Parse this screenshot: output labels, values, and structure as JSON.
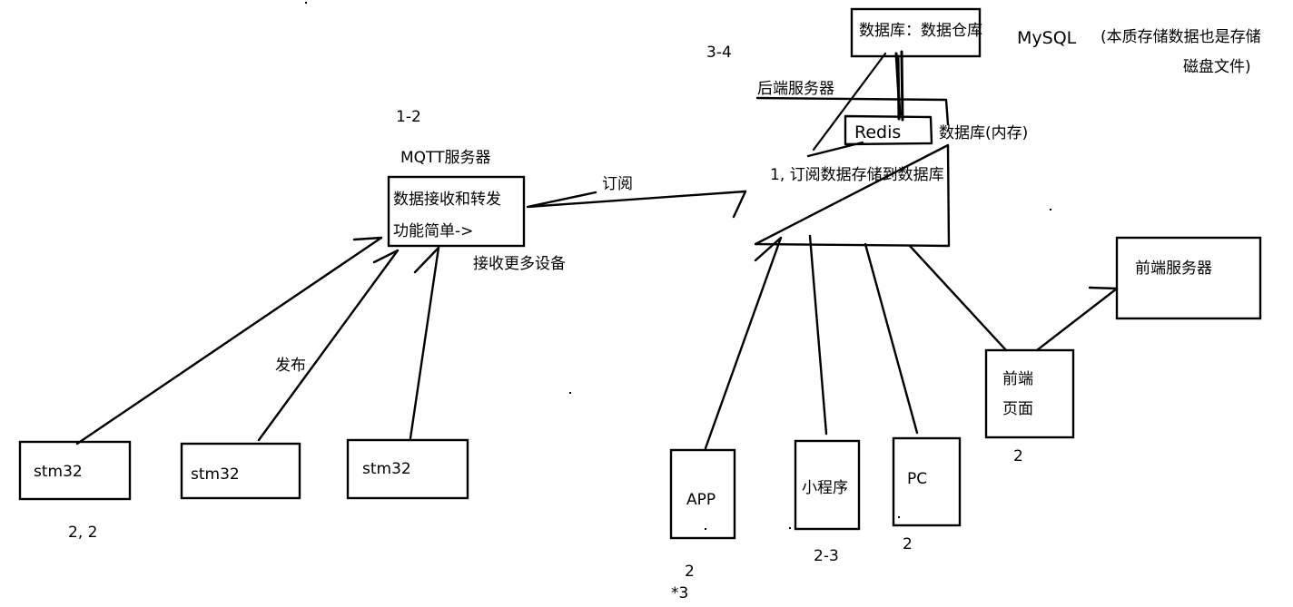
{
  "nodes": {
    "db_warehouse": "数据库：数据仓库",
    "mysql": "MySQL",
    "mysql_note_line1": "(本质存储数据也是存储",
    "mysql_note_line2": "磁盘文件)",
    "backend_title": "后端服务器",
    "redis": "Redis",
    "redis_note": "数据库(内存)",
    "backend_task": "1, 订阅数据存储到数据库",
    "mqtt_title": "MQTT服务器",
    "mqtt_line1": "数据接收和转发",
    "mqtt_line2": "功能简单->",
    "mqtt_more": "接收更多设备",
    "stm32_a": "stm32",
    "stm32_b": "stm32",
    "stm32_c": "stm32",
    "app": "APP",
    "miniprogram": "小程序",
    "pc": "PC",
    "frontend_page_line1": "前端",
    "frontend_page_line2": "页面",
    "frontend_server": "前端服务器"
  },
  "edges": {
    "subscribe": "订阅",
    "publish": "发布"
  },
  "notes": {
    "mqtt_estimate": "1-2",
    "backend_estimate": "3-4",
    "stm32_estimate": "2, 2",
    "app_estimate_line1": "2",
    "app_estimate_line2": "*3",
    "miniprogram_estimate": "2-3",
    "pc_estimate": "2",
    "frontend_estimate": "2"
  }
}
